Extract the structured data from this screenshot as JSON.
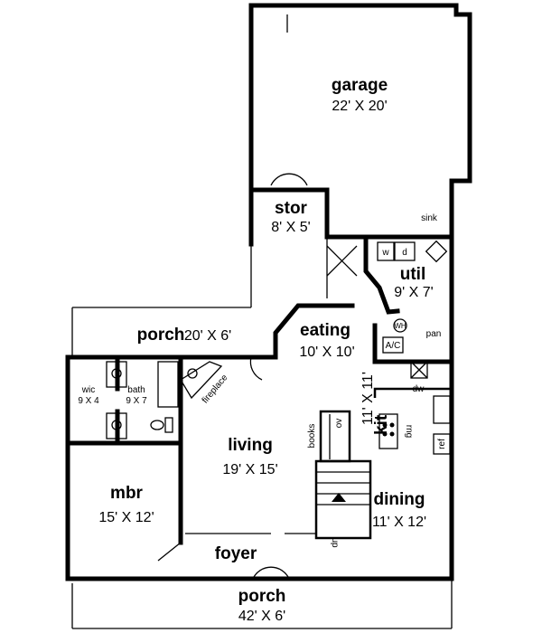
{
  "rooms": {
    "garage": {
      "name": "garage",
      "dims": "22' X 20'"
    },
    "stor": {
      "name": "stor",
      "dims": "8' X 5'"
    },
    "util": {
      "name": "util",
      "dims": "9' X 7'"
    },
    "porch_side": {
      "name": "porch",
      "dims": "20' X 6'"
    },
    "eating": {
      "name": "eating",
      "dims": "10' X 10'"
    },
    "kit": {
      "name": "kit",
      "dims": "11' X 11'"
    },
    "living": {
      "name": "living",
      "dims": "19' X 15'"
    },
    "dining": {
      "name": "dining",
      "dims": "11' X 12'"
    },
    "mbr": {
      "name": "mbr",
      "dims": "15' X 12'"
    },
    "wic": {
      "name": "wic",
      "dims": "9 X 4"
    },
    "bath": {
      "name": "bath",
      "dims": "9 X 7"
    },
    "foyer": {
      "name": "foyer"
    },
    "porch_front": {
      "name": "porch",
      "dims": "42' X 6'"
    }
  },
  "fixtures": {
    "sink": "sink",
    "washer": "w",
    "dryer": "d",
    "water_heater": "WH",
    "ac": "A/C",
    "pantry": "pan",
    "dishwasher": "dw",
    "oven": "ov",
    "books": "books",
    "range": "rng",
    "refrigerator": "ref",
    "fireplace": "fireplace",
    "stairs": "up"
  }
}
